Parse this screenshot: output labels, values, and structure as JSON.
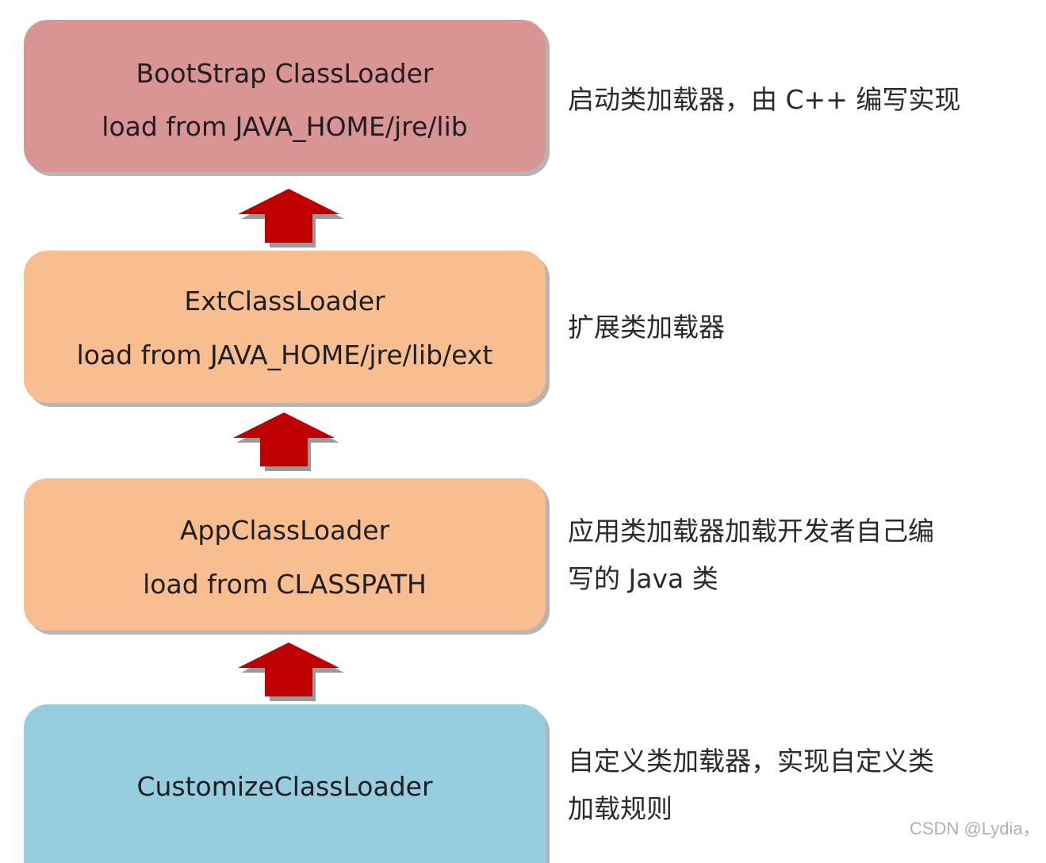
{
  "boxes": {
    "bootstrap": {
      "name": "BootStrap ClassLoader",
      "source": "load from JAVA_HOME/jre/lib",
      "color": "#d99494"
    },
    "ext": {
      "name": "ExtClassLoader",
      "source": "load from JAVA_HOME/jre/lib/ext",
      "color": "#f8be8f"
    },
    "app": {
      "name": "AppClassLoader",
      "source": "load from CLASSPATH",
      "color": "#f8be8f"
    },
    "custom": {
      "name": "CustomizeClassLoader",
      "color": "#96cddf"
    }
  },
  "descriptions": {
    "bootstrap_a": "启动类加载器，由 ",
    "bootstrap_b": "C++",
    "bootstrap_c": " 编写实现",
    "ext": "扩展类加载器",
    "app_line1": "应用类加载器加载开发者自己编",
    "app_line2a": "写的 ",
    "app_line2b": "Java",
    "app_line2c": " 类",
    "custom_line1": "自定义类加载器，实现自定义类",
    "custom_line2": "加载规则"
  },
  "arrow_color": "#c00000",
  "arrow_icon": "arrow-up-icon",
  "watermark": "CSDN @Lydia，"
}
